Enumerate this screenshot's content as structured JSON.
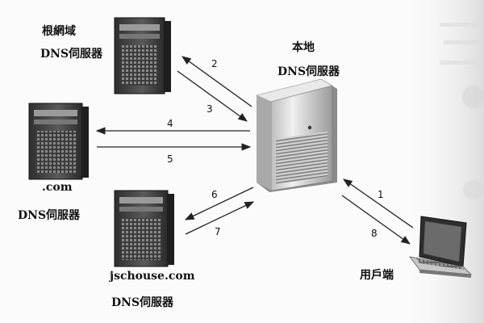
{
  "nodes": {
    "root_server": {
      "line1": "根網域",
      "line2": "DNS伺服器"
    },
    "com_server": {
      "line1": ".com",
      "line2": "DNS伺服器"
    },
    "jschouse_server": {
      "line1": "jschouse.com",
      "line2": "DNS伺服器"
    },
    "local_server": {
      "line1": "本地",
      "line2": "DNS伺服器"
    },
    "client": {
      "label": "用戶端"
    }
  },
  "steps": [
    "1",
    "2",
    "3",
    "4",
    "5",
    "6",
    "7",
    "8"
  ],
  "colors": {
    "line": "#222222",
    "server_dark": "#3a3a3a",
    "server_light": "#d8d8d8"
  }
}
